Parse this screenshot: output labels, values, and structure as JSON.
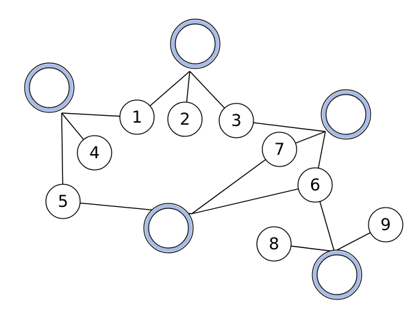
{
  "diagram": {
    "colors": {
      "hub_ring": "#a8bde6",
      "outline": "#000000",
      "node_fill": "#ffffff"
    },
    "hubs": [
      "hub-a",
      "hub-b",
      "hub-c",
      "hub-d",
      "hub-e"
    ],
    "nodes": [
      {
        "id": "n1",
        "label": "1"
      },
      {
        "id": "n2",
        "label": "2"
      },
      {
        "id": "n3",
        "label": "3"
      },
      {
        "id": "n4",
        "label": "4"
      },
      {
        "id": "n5",
        "label": "5"
      },
      {
        "id": "n6",
        "label": "6"
      },
      {
        "id": "n7",
        "label": "7"
      },
      {
        "id": "n8",
        "label": "8"
      },
      {
        "id": "n9",
        "label": "9"
      }
    ],
    "edges": [
      [
        "hub-a",
        "n1"
      ],
      [
        "hub-a",
        "n2"
      ],
      [
        "hub-a",
        "n3"
      ],
      [
        "hub-b",
        "n1"
      ],
      [
        "hub-b",
        "n4"
      ],
      [
        "hub-b",
        "n5"
      ],
      [
        "hub-c",
        "n3"
      ],
      [
        "hub-c",
        "n7"
      ],
      [
        "hub-c",
        "n6"
      ],
      [
        "hub-d",
        "n5"
      ],
      [
        "hub-d",
        "n7"
      ],
      [
        "hub-d",
        "n6"
      ],
      [
        "hub-e",
        "n6"
      ],
      [
        "hub-e",
        "n8"
      ],
      [
        "hub-e",
        "n9"
      ]
    ]
  }
}
